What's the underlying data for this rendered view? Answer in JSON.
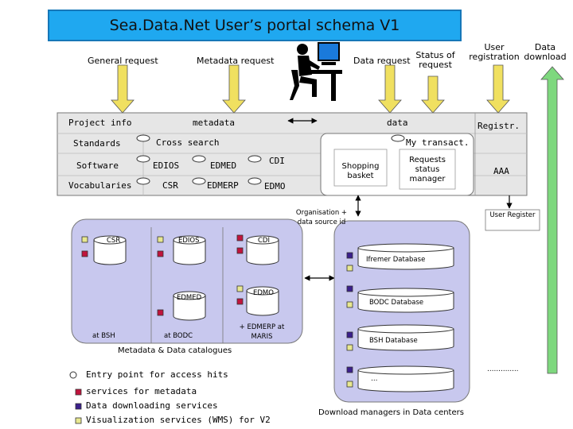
{
  "title": "Sea.Data.Net User’s portal schema V1",
  "requests": {
    "general": "General request",
    "metadata": "Metadata request",
    "data": "Data request",
    "status": "Status of request",
    "user_registration": "User registration",
    "data_download": "Data download"
  },
  "portal": {
    "project_info": "Project info",
    "standards": "Standards",
    "software": "Software",
    "vocabularies": "Vocabularies",
    "metadata": "metadata",
    "cross_search": "Cross search",
    "edios": "EDIOS",
    "edmed": "EDMED",
    "cdi": "CDI",
    "csr": "CSR",
    "edmerp": "EDMERP",
    "edmo": "EDMO",
    "data": "data",
    "my_transact": "My transact.",
    "shopping_basket": "Shopping basket",
    "requests_status_manager": "Requests status manager",
    "registr": "Registr.",
    "aaa": "AAA"
  },
  "catalogues": {
    "organisation_source": "Organisation + data source id",
    "csr": "CSR",
    "edios": "EDIOS",
    "cdi": "CDI",
    "edmed": "EDMED",
    "edmo": "EDMO",
    "at_bsh": "at BSH",
    "at_bodc": "at BODC",
    "edmerp_maris": "+ EDMERP at MARIS",
    "caption": "Metadata & Data catalogues"
  },
  "datacenters": {
    "ifremer": "Ifremer Database",
    "bodc": "BODC Database",
    "bsh": "BSH Database",
    "more": "…",
    "dots": "…………..",
    "caption": "Download managers in Data centers",
    "user_register": "User Register"
  },
  "legend": [
    {
      "label": "Entry point for access hits",
      "color": "#ffffff"
    },
    {
      "label": "services for metadata",
      "color": "#c0143c"
    },
    {
      "label": "Data downloading services",
      "color": "#3b1f8c"
    },
    {
      "label": "Visualization services (WMS) for V2",
      "color": "#e8e890"
    }
  ],
  "colors": {
    "title_bg": "#1fa8f0",
    "panel": "#c8c8ee",
    "portal": "#e6e6e6",
    "arrow_yellow": "#f0e060",
    "arrow_green": "#7ed87e",
    "service_red": "#c0143c",
    "service_purple": "#3b1f8c",
    "service_yellow": "#e8e890"
  }
}
